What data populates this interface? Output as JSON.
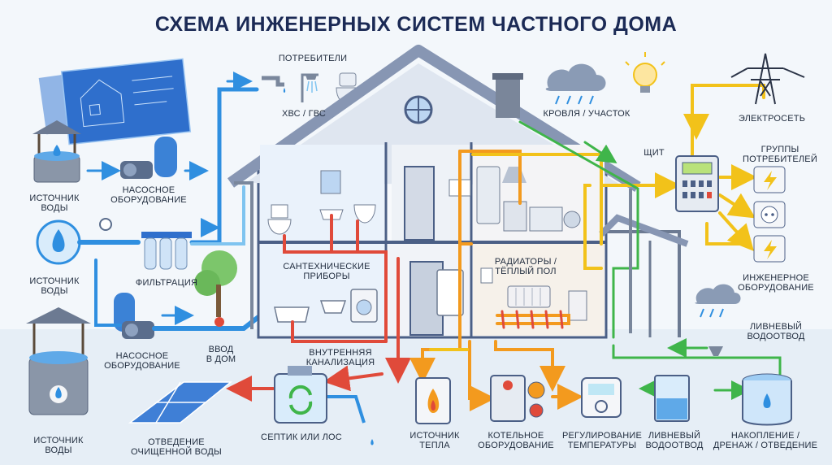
{
  "title": "СХЕМА ИНЖЕНЕРНЫХ СИСТЕМ ЧАСТНОГО ДОМА",
  "labels": {
    "water_source_1": "ИСТОЧНИК\nВОДЫ",
    "pump_1": "НАСОСНОЕ\nОБОРУДОВАНИЕ",
    "water_source_2": "ИСТОЧНИК\nВОДЫ",
    "filtration": "ФИЛЬТРАЦИЯ",
    "water_source_3": "ИСТОЧНИК\nВОДЫ",
    "pump_2": "НАСОСНОЕ\nОБОРУДОВАНИЕ",
    "house_inlet": "ВВОД\nВ ДОМ",
    "consumers": "ПОТРЕБИТЕЛИ",
    "hot_cold_water": "ХВС / ГВС",
    "roof": "КРОВЛЯ / УЧАСТОК",
    "power_grid": "ЭЛЕКТРОСЕТЬ",
    "switchboard": "ЩИТ",
    "consumer_groups": "ГРУППЫ\nПОТРЕБИТЕЛЕЙ",
    "engineering_equipment": "ИНЖЕНЕРНОЕ\nОБОРУДОВАНИЕ",
    "storm_drain_right": "ЛИВНЕВЫЙ\nВОДООТВОД",
    "plumbing_fixtures": "САНТЕХНИЧЕСКИЕ\nПРИБОРЫ",
    "radiators": "РАДИАТОРЫ /\nТЁПЛЫЙ ПОЛ",
    "internal_sewer": "ВНУТРЕННЯЯ\nКАНАЛИЗАЦИЯ",
    "treated_discharge": "ОТВЕДЕНИЕ\nОЧИЩЕННОЙ ВОДЫ",
    "septic": "СЕПТИК или ЛОС",
    "heat_source": "ИСТОЧНИК\nТЕПЛА",
    "boiler_equipment": "КОТЕЛЬНОЕ\nОБОРУДОВАНИЕ",
    "temperature_control": "РЕГУЛИРОВАНИЕ\nТЕМПЕРАТУРЫ",
    "storm_drain_bottom": "ЛИВНЕВЫЙ\nВОДООТВОД",
    "accumulation": "НАКОПЛЕНИЕ /\nДРЕНАЖ / ОТВЕДЕНИЕ"
  },
  "colors": {
    "cold_water": "#2f8fe0",
    "water_light": "#7fc4f0",
    "sewer": "#e04a3a",
    "heating": "#f39a1e",
    "electric": "#f2c21a",
    "storm": "#3fb54a",
    "house_outline": "#4b5f86",
    "roof": "#8796b3",
    "title": "#1b2a55"
  },
  "icons": [
    "well-icon",
    "water-drop-icon",
    "pump-icon",
    "filter-icon",
    "blueprint-icon",
    "faucet-icon",
    "shower-icon",
    "toilet-icon",
    "cloud-rain-icon",
    "lightbulb-icon",
    "power-tower-icon",
    "switchboard-icon",
    "lightning-icon",
    "socket-icon",
    "septic-tank-icon",
    "solar-panel-icon",
    "flame-icon",
    "boiler-icon",
    "thermostat-icon",
    "storm-tank-icon",
    "water-tank-icon",
    "tree-icon",
    "radiator-icon"
  ]
}
